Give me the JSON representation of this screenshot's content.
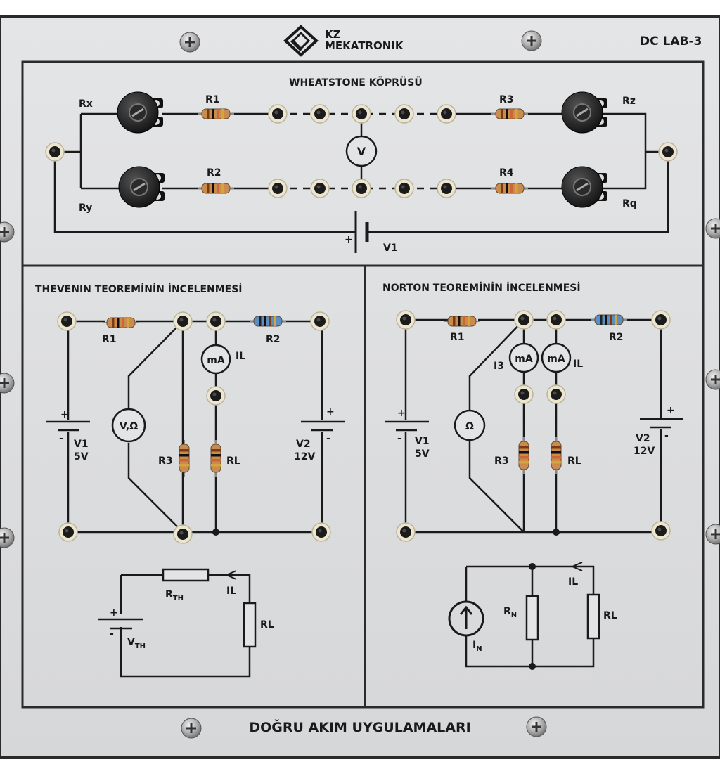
{
  "brand": {
    "line1": "KZ",
    "line2": "MEKATRONIK"
  },
  "model": "DC LAB-3",
  "footer_title": "DOĞRU AKIM UYGULAMALARI",
  "wheatstone": {
    "title": "WHEATSTONE KÖPRÜSÜ",
    "rx": "Rx",
    "ry": "Ry",
    "rz": "Rz",
    "rq": "Rq",
    "r1": "R1",
    "r2": "R2",
    "r3": "R3",
    "r4": "R4",
    "meter": "V",
    "source": "V1",
    "plus": "+"
  },
  "thevenin": {
    "title": "THEVENIN TEOREMİNİN İNCELENMESİ",
    "r1": "R1",
    "r2": "R2",
    "r3": "R3",
    "rl": "RL",
    "meter_ma": "mA",
    "il": "IL",
    "meter_vo": "V,Ω",
    "v1": "V1",
    "v1_val": "5V",
    "v2": "V2",
    "v2_val": "12V",
    "plus": "+",
    "minus": "-",
    "eq_rth": "R",
    "eq_rth_sub": "TH",
    "eq_il": "IL",
    "eq_rl": "RL",
    "eq_vth": "V",
    "eq_vth_sub": "TH"
  },
  "norton": {
    "title": "NORTON TEOREMİNİN İNCELENMESİ",
    "r1": "R1",
    "r2": "R2",
    "r3": "R3",
    "rl": "RL",
    "i3": "I3",
    "il": "IL",
    "meter_ma": "mA",
    "meter_o": "Ω",
    "v1": "V1",
    "v1_val": "5V",
    "v2": "V2",
    "v2_val": "12V",
    "plus": "+",
    "minus": "-",
    "eq_rn": "R",
    "eq_rn_sub": "N",
    "eq_il": "IL",
    "eq_rl": "RL",
    "eq_in": "I",
    "eq_in_sub": "N"
  },
  "colors": {
    "panel": "#dedfe1",
    "ink": "#1a1a1a",
    "frame": "#3a3a3a",
    "resistor_tan": "#c98b4e",
    "resistor_blue": "#5b8fc2",
    "socket_rim": "#e9e2cc"
  }
}
